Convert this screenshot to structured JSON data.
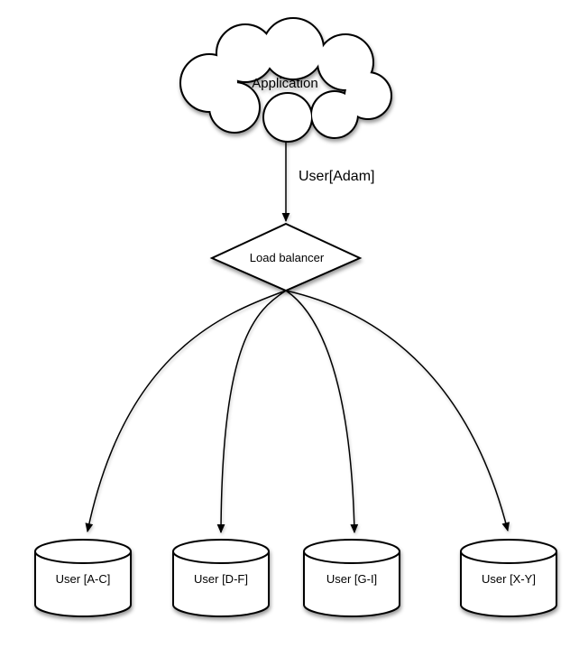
{
  "diagram": {
    "background_color": "#ffffff",
    "line_color": "#000000",
    "shape_fill_color": "#ffffff",
    "cloud": {
      "label": "Application"
    },
    "edge": {
      "label": "User[Adam]"
    },
    "load_balancer": {
      "label": "Load balancer"
    },
    "databases": [
      {
        "label": "User [A-C]"
      },
      {
        "label": "User [D-F]"
      },
      {
        "label": "User [G-I]"
      },
      {
        "label": "User [X-Y]"
      }
    ]
  }
}
